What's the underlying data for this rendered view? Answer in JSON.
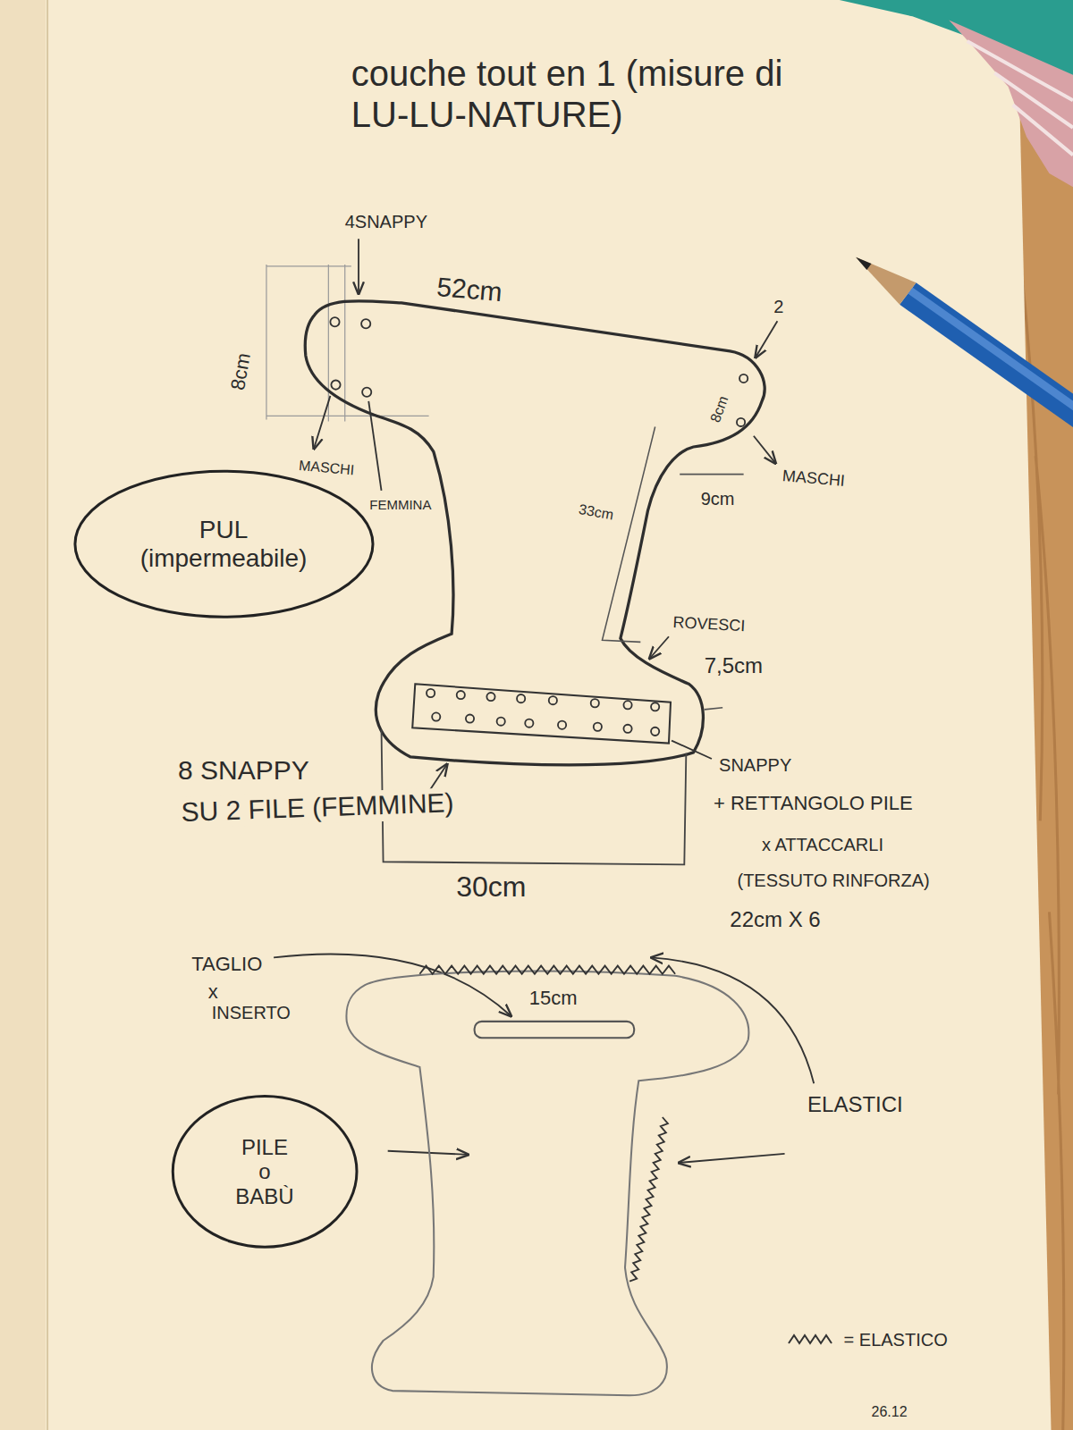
{
  "diagram": {
    "title": "couche tout en 1 (misure di LU-LU-NATURE)",
    "nodes": [
      {
        "text": [
          "PUL (impermeabile)"
        ]
      },
      {
        "text": [
          "PILE o BABÙ"
        ]
      }
    ],
    "labels": [
      "4SNAPPY",
      "52cm",
      "8cm",
      "2",
      "8cm",
      "MASCHI",
      "FEMMINA",
      "MASCHI",
      "9cm",
      "33cm",
      "ROVESCI",
      "7,5cm",
      "8 SNAPPY",
      "SU 2 FILE (FEMMINE)",
      "SNAPPY",
      "+ RETTANGOLO PILE",
      "x ATTACCARLI",
      "(TESSUTO RINFORZA)",
      "22cm X 6",
      "30cm",
      "TAGLIO",
      "x",
      "INSERTO",
      "15cm",
      "ELASTICI",
      "26.12"
    ],
    "legend": [
      {
        "text": "= ELASTICO"
      }
    ]
  }
}
